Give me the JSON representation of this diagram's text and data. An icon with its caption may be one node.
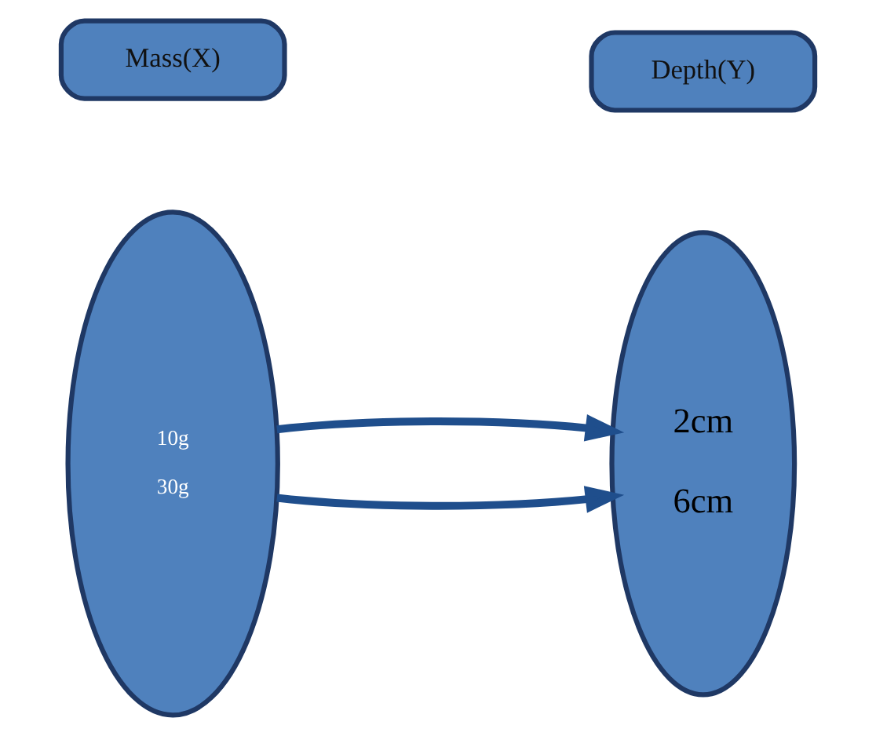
{
  "diagram": {
    "nodes": [
      {
        "text": [
          "Mass(X)"
        ]
      },
      {
        "text": [
          "Depth(Y)"
        ]
      },
      {
        "text": [
          "10g",
          "30g"
        ]
      },
      {
        "text": [
          "2cm",
          "6cm"
        ]
      }
    ],
    "edges": [
      {
        "from": 2,
        "to": 3,
        "arrow": "to"
      },
      {
        "from": 2,
        "to": 3,
        "arrow": "to"
      }
    ]
  }
}
